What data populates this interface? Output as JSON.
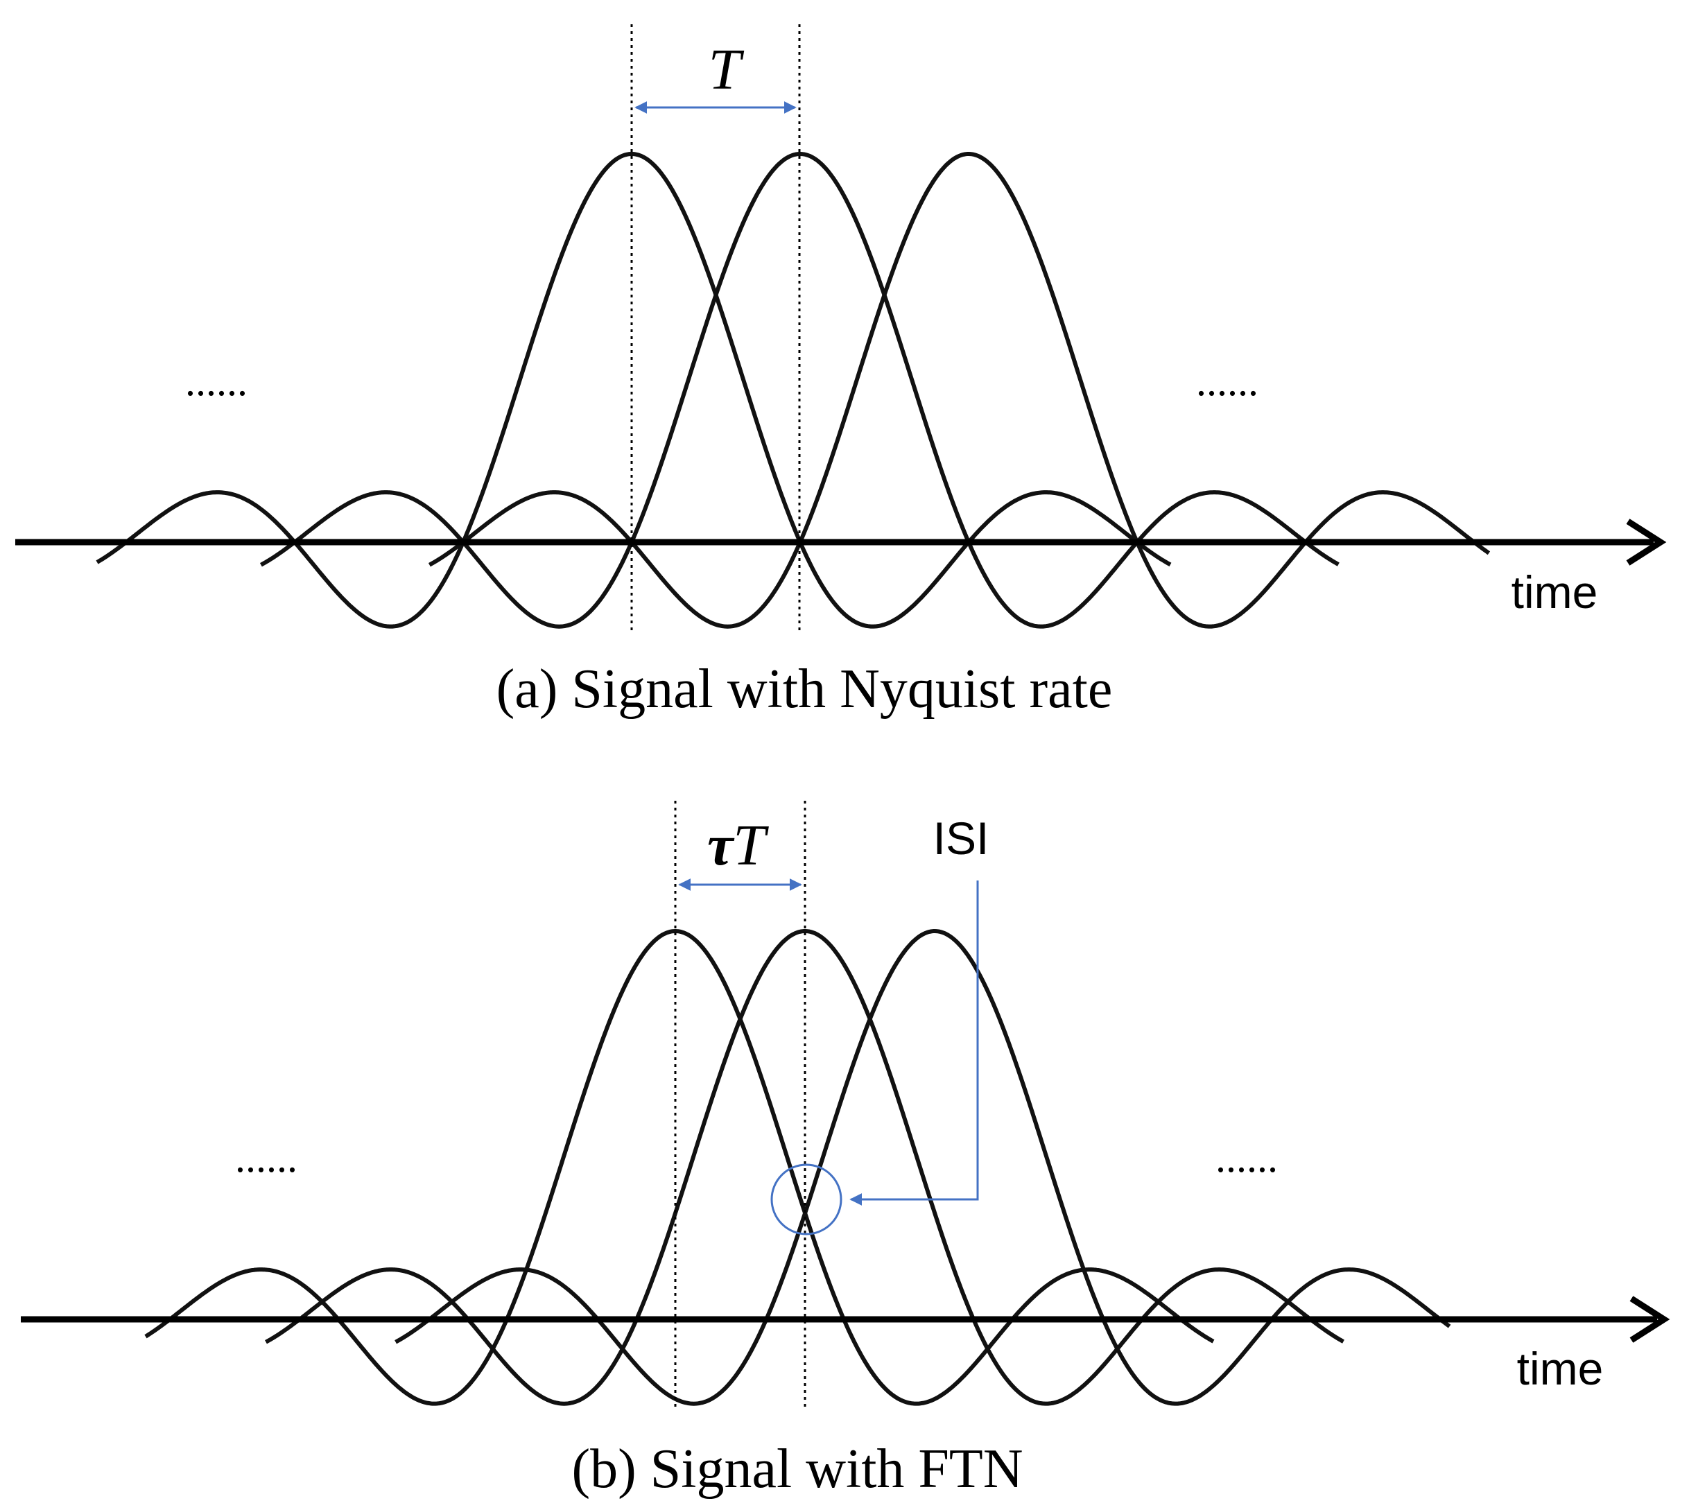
{
  "colors": {
    "curve": "#111111",
    "axis": "#000000",
    "annotation": "#4472C4",
    "background": "#ffffff"
  },
  "panels": [
    {
      "id": "a",
      "caption": "(a) Signal with Nyquist rate",
      "interval_symbol": "T",
      "interval_prefix": "",
      "axis_label": "time",
      "ellipsis_left": "......",
      "ellipsis_right": "......",
      "pulse_spacing": 1.0,
      "pulse_count": 3
    },
    {
      "id": "b",
      "caption": "(b) Signal with FTN",
      "interval_symbol": "T",
      "interval_prefix": "τ",
      "axis_label": "time",
      "ellipsis_left": "......",
      "ellipsis_right": "......",
      "annotation": "ISI",
      "pulse_spacing": 0.77,
      "pulse_count": 3
    }
  ]
}
